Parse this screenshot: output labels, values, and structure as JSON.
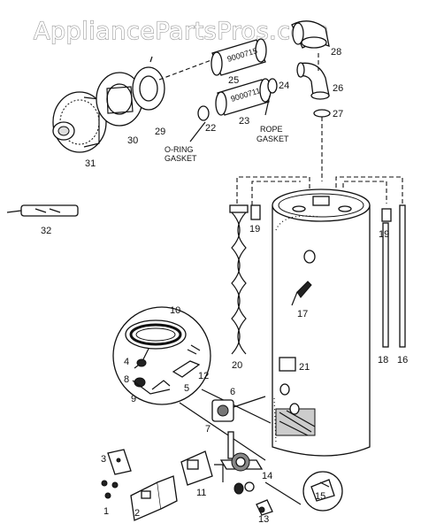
{
  "watermark": "AppliancePartsPros.com",
  "parts": [
    {
      "num": "1"
    },
    {
      "num": "2"
    },
    {
      "num": "3"
    },
    {
      "num": "4"
    },
    {
      "num": "5"
    },
    {
      "num": "6"
    },
    {
      "num": "7"
    },
    {
      "num": "8"
    },
    {
      "num": "9"
    },
    {
      "num": "10"
    },
    {
      "num": "11"
    },
    {
      "num": "12"
    },
    {
      "num": "13"
    },
    {
      "num": "14"
    },
    {
      "num": "15"
    },
    {
      "num": "16"
    },
    {
      "num": "17"
    },
    {
      "num": "18"
    },
    {
      "num": "19"
    },
    {
      "num": "20"
    },
    {
      "num": "21"
    },
    {
      "num": "22"
    },
    {
      "num": "23"
    },
    {
      "num": "24"
    },
    {
      "num": "25"
    },
    {
      "num": "26"
    },
    {
      "num": "27"
    },
    {
      "num": "28"
    },
    {
      "num": "29"
    },
    {
      "num": "30"
    },
    {
      "num": "31"
    },
    {
      "num": "32"
    }
  ],
  "callouts": {
    "oring_line1": "O-RING",
    "oring_line2": "GASKET",
    "rope_line1": "ROPE",
    "rope_line2": "GASKET",
    "part_code_1": "9000715",
    "part_code_2": "9000711",
    "extra_19": "19"
  }
}
